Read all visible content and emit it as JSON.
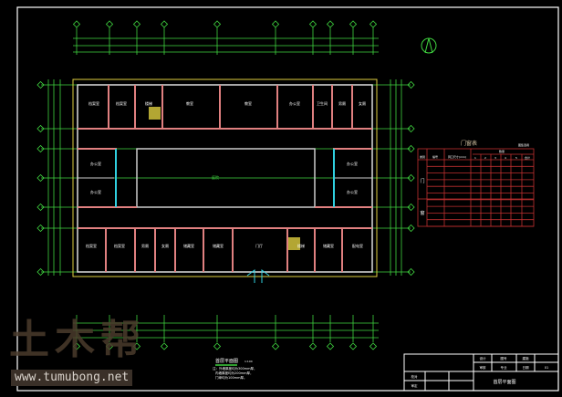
{
  "drawing": {
    "title": "首层平面图",
    "scale_label": "1:100",
    "notes": [
      "注：外墙厚度均为300mm厚，",
      "内墙厚度均为200mm厚，",
      "门垛均为100mm厚。"
    ],
    "rooms_top": [
      "档案室",
      "档案室",
      "楼梯",
      "教室",
      "教室",
      "办公室",
      "卫生间",
      "男厕",
      "女厕"
    ],
    "rooms_side_left": [
      "办公室",
      "办公室"
    ],
    "rooms_side_right": [
      "办公室",
      "办公室"
    ],
    "rooms_bottom": [
      "档案室",
      "档案室",
      "男厕",
      "女厕",
      "储藏室",
      "储藏室",
      "门厅",
      "楼梯",
      "储藏室",
      "配电室"
    ],
    "courtyard": "庭院"
  },
  "door_window_table": {
    "title": "门窗表",
    "note": "图集选用",
    "headers": [
      "类别",
      "编号",
      "洞口尺寸(mm)",
      "数量"
    ],
    "floors": [
      "1",
      "2",
      "3",
      "4",
      "5",
      "合计"
    ],
    "groups": [
      "门",
      "窗"
    ]
  },
  "title_block": {
    "fields": [
      "设计",
      "审核",
      "图号",
      "建施",
      "专业",
      "日期",
      "01",
      "校对",
      "审定"
    ],
    "drawing_name": "首层平面图"
  },
  "watermark": {
    "logo": "土木帮",
    "url": "www.tumubong.net"
  },
  "colors": {
    "axis": "#3fd43f",
    "wall": "#e08080",
    "outline": "#e0d040",
    "window": "#30d0e0",
    "frame": "#ffffff",
    "table": "#c03030"
  }
}
